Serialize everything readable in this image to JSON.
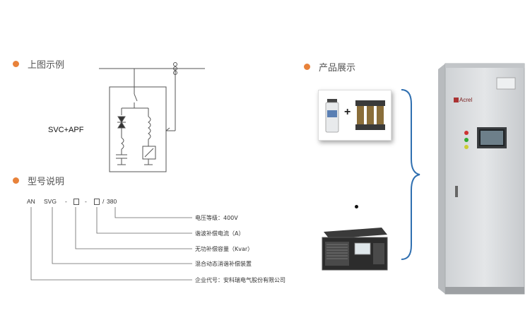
{
  "colors": {
    "accent": "#e8823a",
    "line": "#555555",
    "brace": "#2f6fb0",
    "cabinet": "#d9dcdf"
  },
  "sections": {
    "wiring": {
      "title": "上图示例"
    },
    "model": {
      "title": "型号说明"
    },
    "products": {
      "title": "产品展示"
    }
  },
  "diagram": {
    "label": "SVC+APF"
  },
  "model_code": {
    "prefix": "AN",
    "series": "SVG",
    "sep1": "-",
    "sep2": "-",
    "voltage": "380",
    "slash": "/"
  },
  "legend_items": [
    {
      "text": "电压等级：400V"
    },
    {
      "text": "谐波补偿电流（A）"
    },
    {
      "text": "无功补偿容量（Kvar）"
    },
    {
      "text": "混合动态消谐补偿装置"
    },
    {
      "text": "企业代号：安科瑞电气股份有限公司"
    }
  ],
  "product_images": {
    "top_plus": "+",
    "brand": "Acrel"
  }
}
